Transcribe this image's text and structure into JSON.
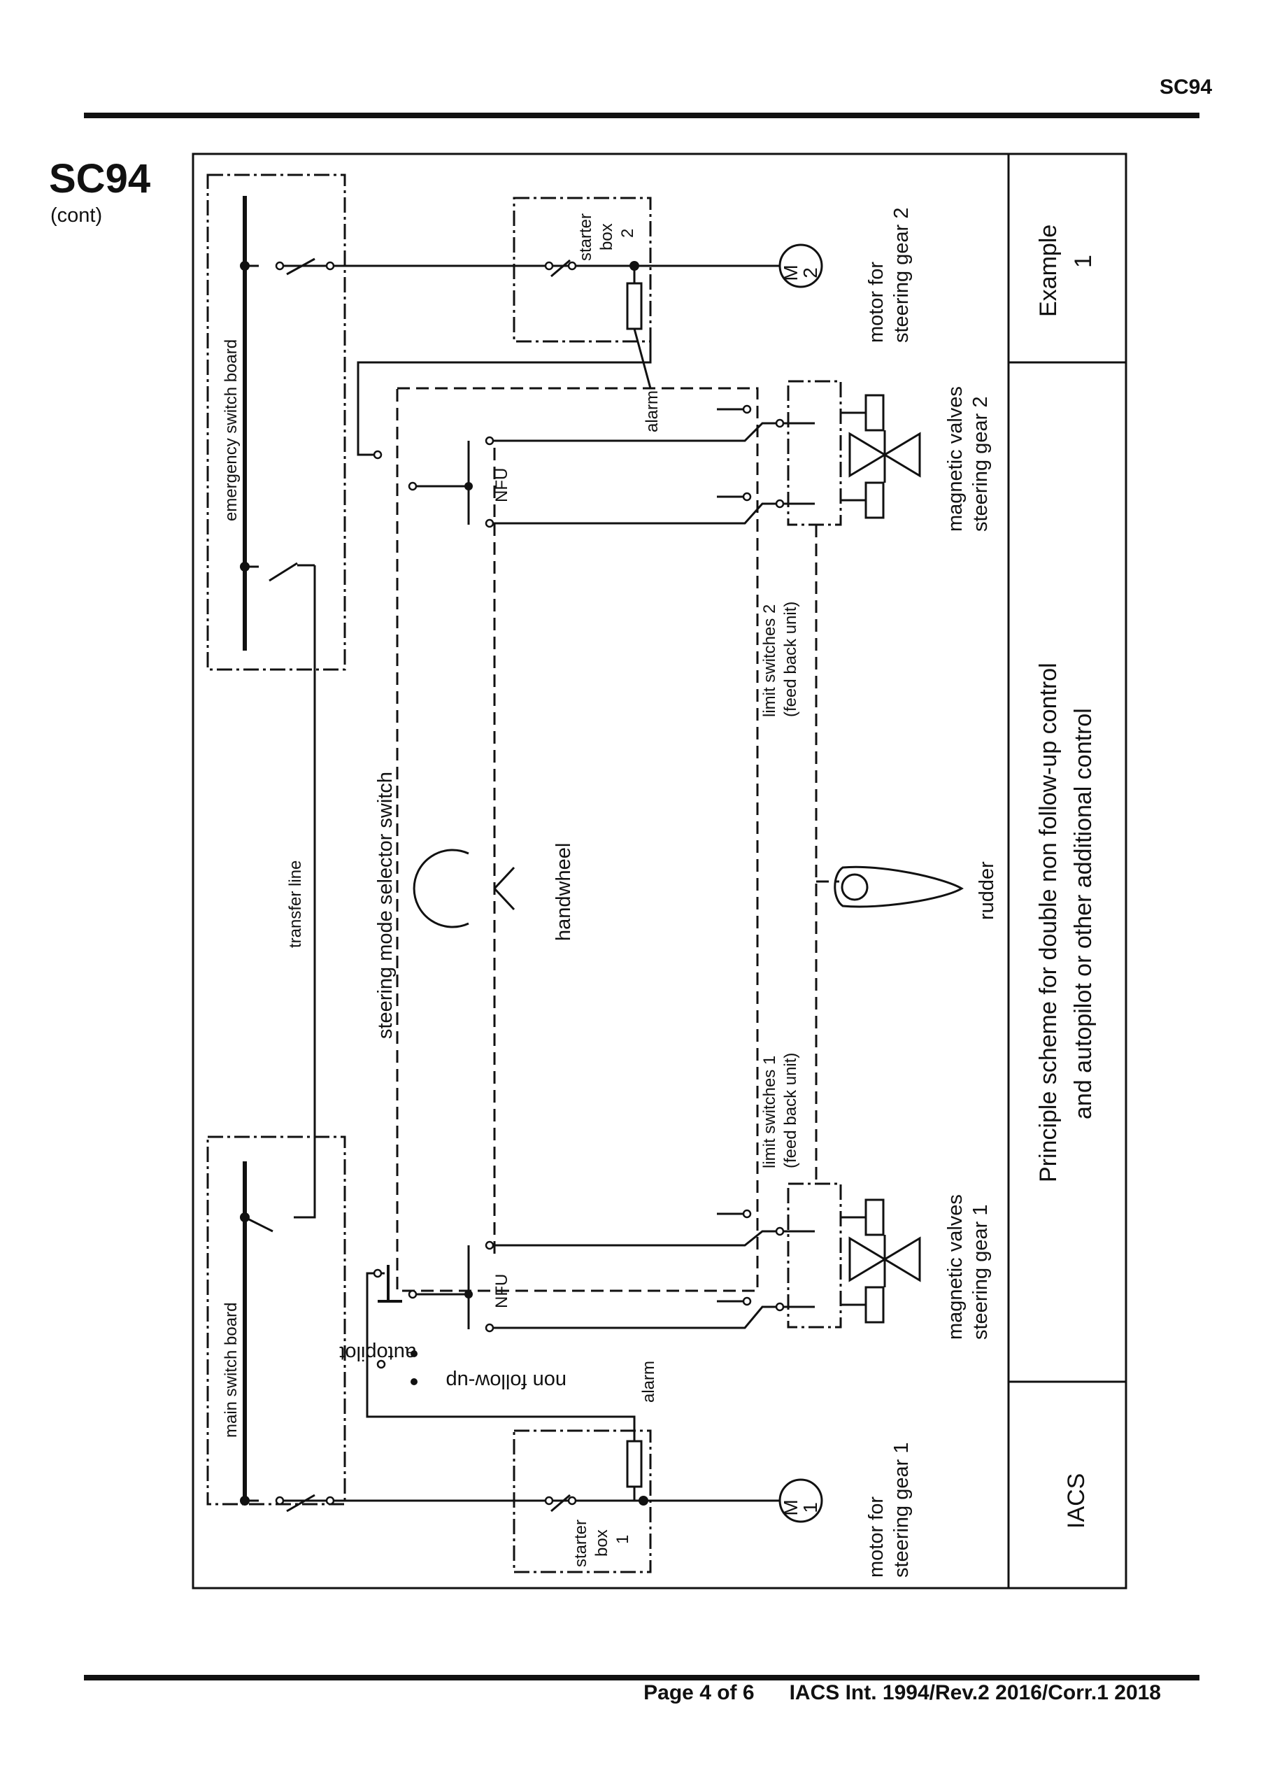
{
  "header": {
    "code": "SC94"
  },
  "side": {
    "code": "SC94",
    "cont": "(cont)"
  },
  "footer": {
    "page": "Page 4 of 6",
    "ref": "IACS Int. 1994/Rev.2 2016/Corr.1 2018"
  },
  "diagram": {
    "labels": {
      "emergency_switch_board": "emergency switch board",
      "main_switch_board": "main switch board",
      "transfer_line": "transfer line",
      "steering_mode_selector_switch": "steering mode selector switch",
      "handwheel": "handwheel",
      "rudder": "rudder",
      "starter_box_2": [
        "starter",
        "box",
        "2"
      ],
      "starter_box_1": [
        "starter",
        "box",
        "1"
      ],
      "motor_2_symbol": [
        "M",
        "2"
      ],
      "motor_1_symbol": [
        "M",
        "1"
      ],
      "motor_2": [
        "motor for",
        "steering gear 2"
      ],
      "motor_1": [
        "motor for",
        "steering gear 1"
      ],
      "alarm_top": "alarm",
      "alarm_bottom": "alarm",
      "nfu_top": "NFU",
      "nfu_bottom": "NFU",
      "limit_switches_2": [
        "limit switches 2",
        "(feed back unit)"
      ],
      "limit_switches_1": [
        "limit switches 1",
        "(feed back unit)"
      ],
      "magnetic_valves_2": [
        "magnetic valves",
        "steering gear 2"
      ],
      "magnetic_valves_1": [
        "magnetic valves",
        "steering gear 1"
      ],
      "non_follow_up": "non follow-up",
      "autopilot": "autopilot"
    },
    "title_block": {
      "example": [
        "Example",
        "1"
      ],
      "principle": [
        "Principle scheme for double non follow-up control",
        "and autopilot or other additional control"
      ],
      "org": "IACS"
    }
  }
}
